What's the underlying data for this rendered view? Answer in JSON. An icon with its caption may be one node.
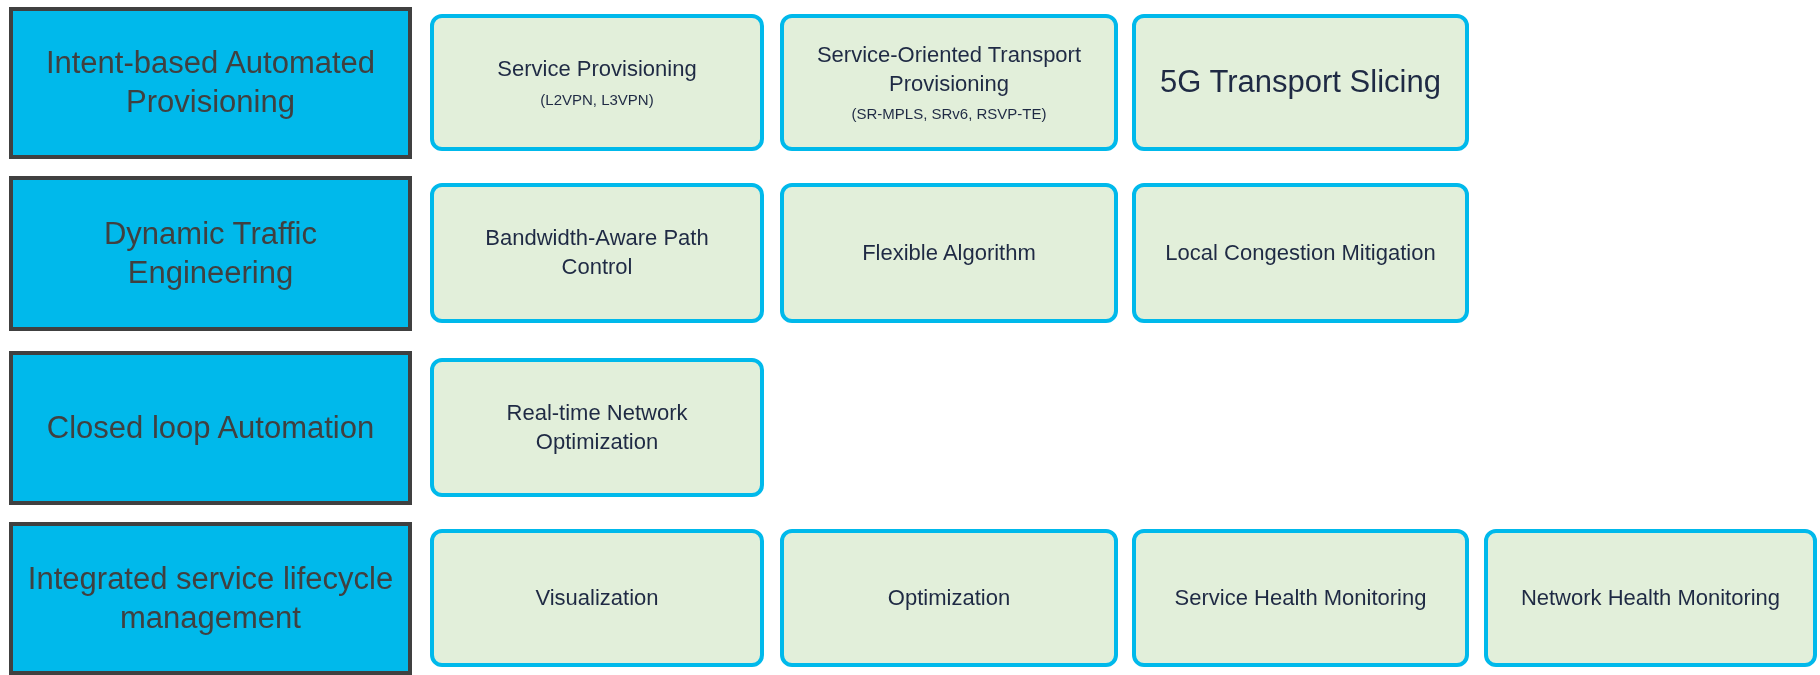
{
  "diagram": {
    "nodes": [
      {
        "text": [
          "Intent-based Automated Provisioning"
        ]
      },
      {
        "text": [
          "Service Provisioning",
          "(L2VPN, L3VPN)"
        ]
      },
      {
        "text": [
          "Service-Oriented Transport Provisioning",
          "(SR-MPLS, SRv6, RSVP-TE)"
        ]
      },
      {
        "text": [
          "5G Transport Slicing"
        ]
      },
      {
        "text": [
          "Dynamic Traffic Engineering"
        ]
      },
      {
        "text": [
          "Bandwidth-Aware Path Control"
        ]
      },
      {
        "text": [
          "Flexible Algorithm"
        ]
      },
      {
        "text": [
          "Local Congestion Mitigation"
        ]
      },
      {
        "text": [
          "Closed loop Automation"
        ]
      },
      {
        "text": [
          "Real-time Network Optimization"
        ]
      },
      {
        "text": [
          "Integrated service lifecycle management"
        ]
      },
      {
        "text": [
          "Visualization"
        ]
      },
      {
        "text": [
          "Optimization"
        ]
      },
      {
        "text": [
          "Service Health Monitoring"
        ]
      },
      {
        "text": [
          "Network Health Monitoring"
        ]
      }
    ]
  }
}
